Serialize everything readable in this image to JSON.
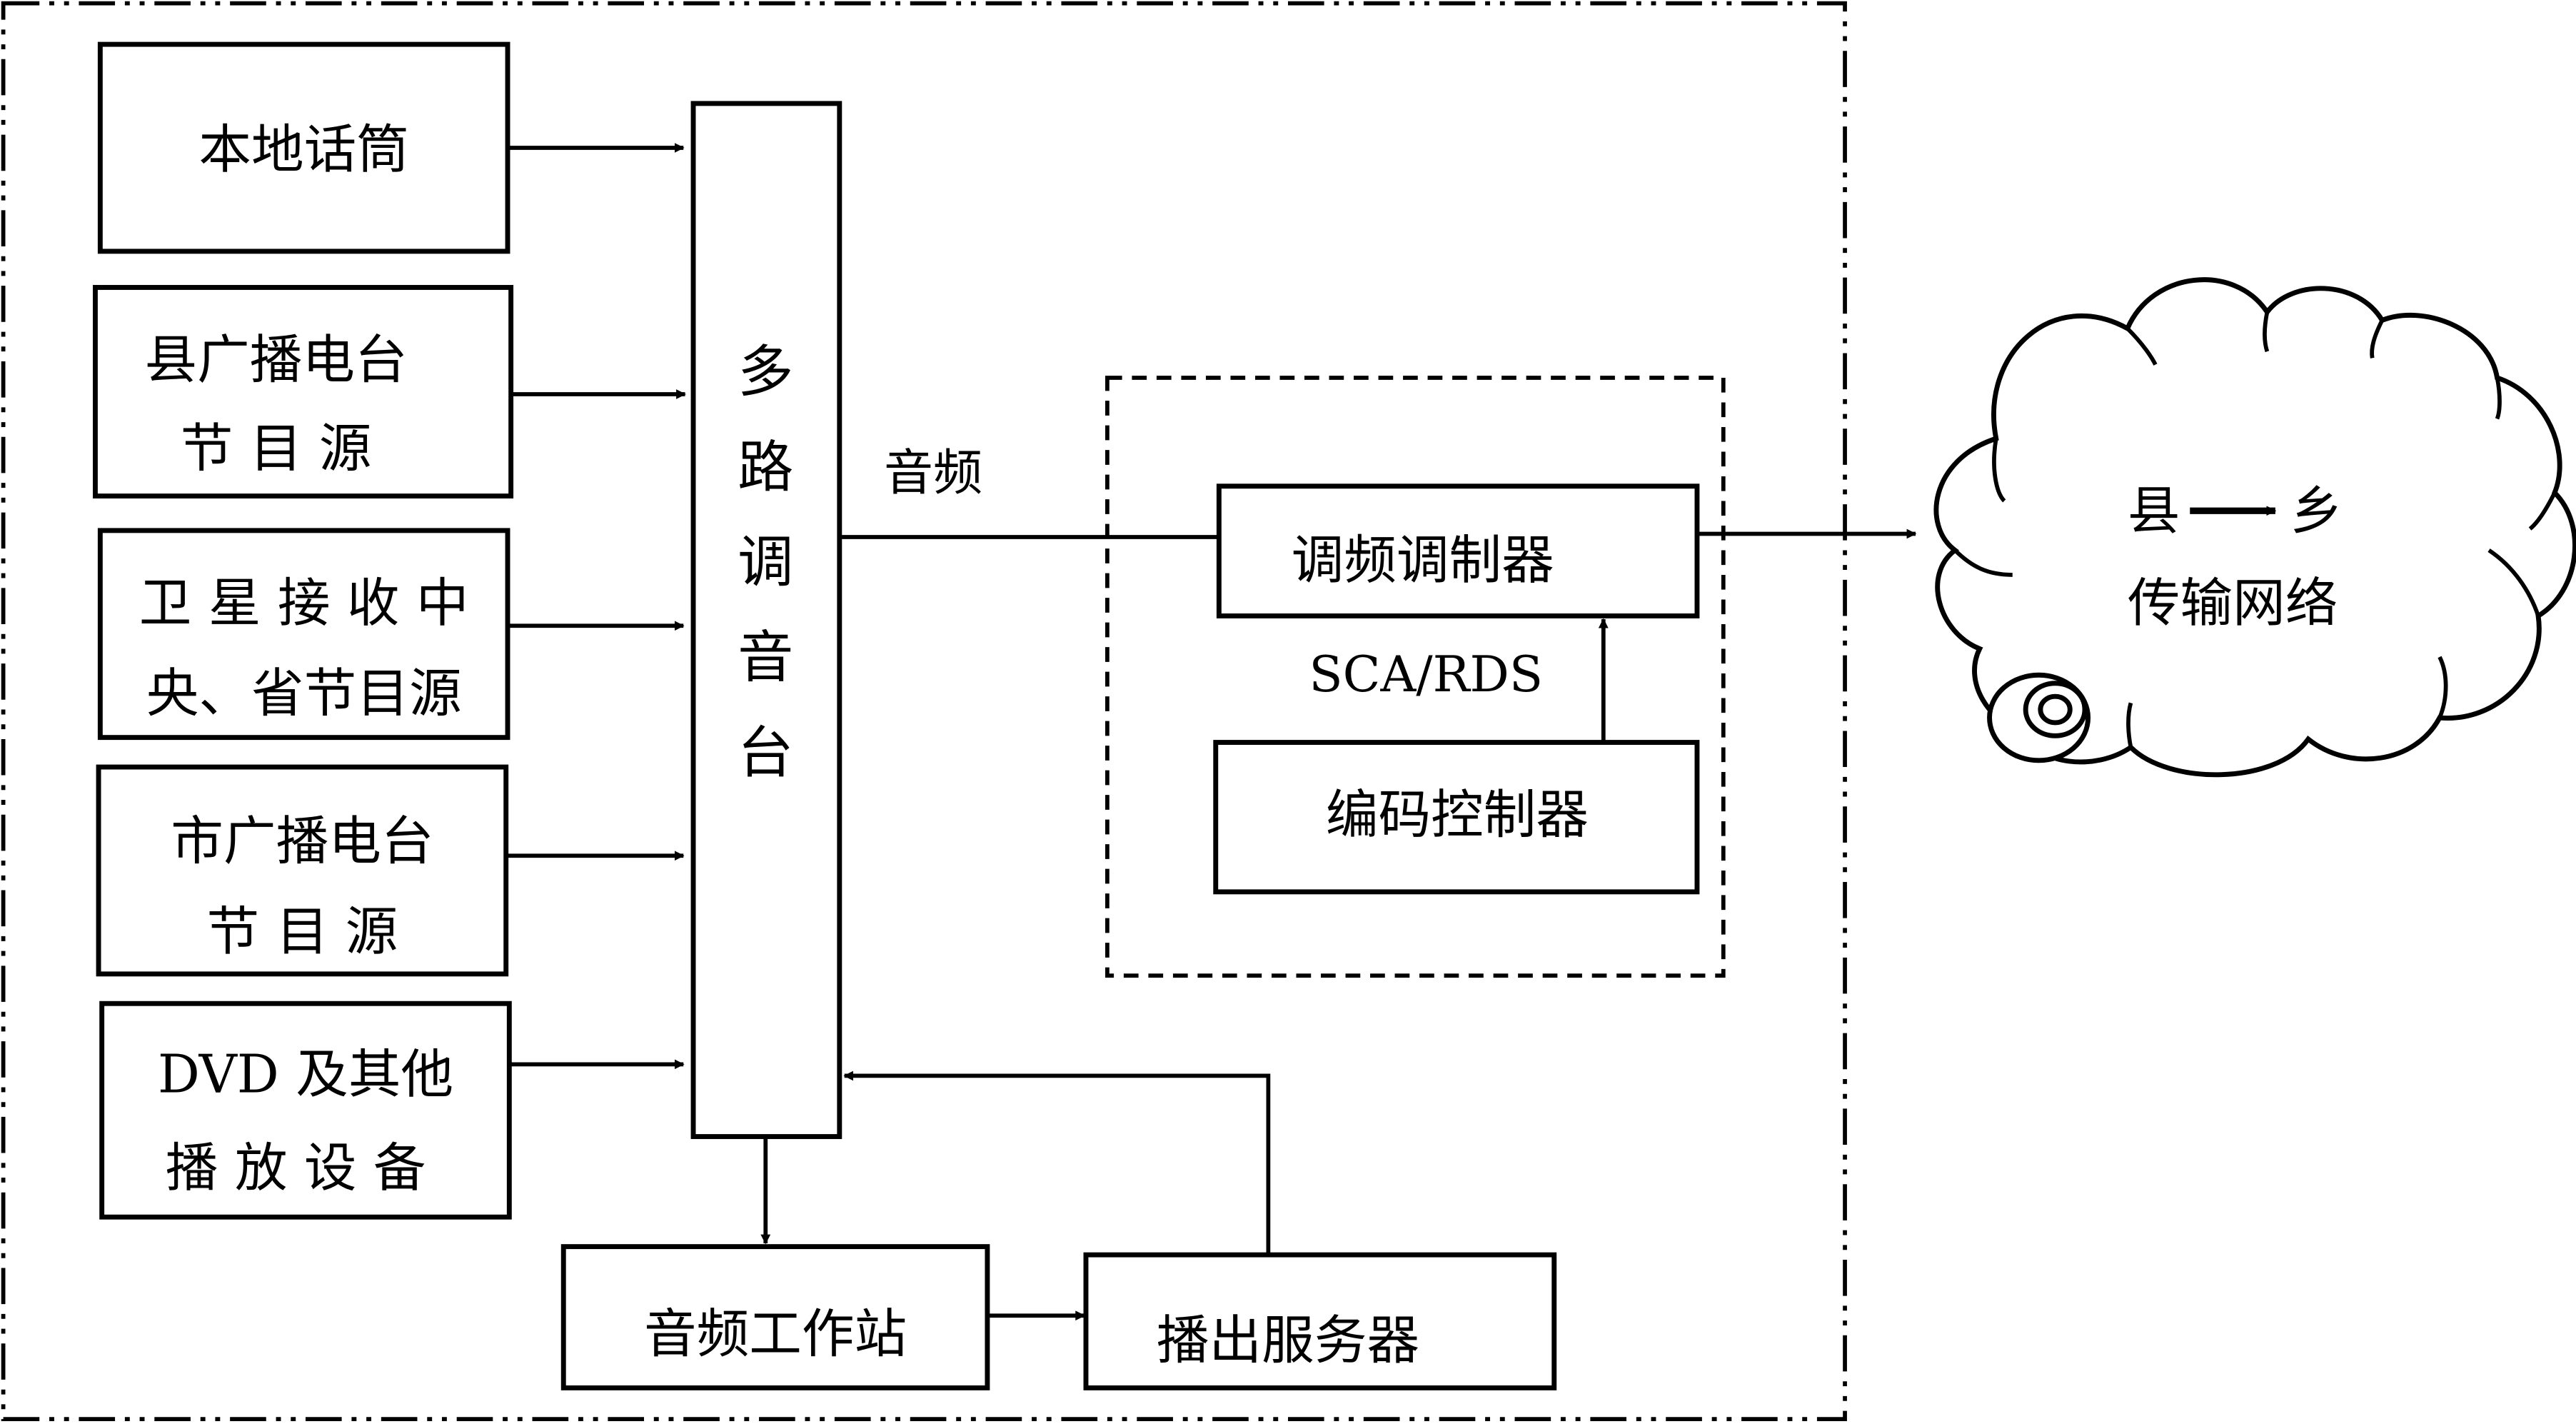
{
  "diagram": {
    "sources": [
      {
        "id": "local-mic",
        "lines": [
          "本地话筒"
        ]
      },
      {
        "id": "county-station",
        "lines": [
          "县广播电台",
          "节 目 源"
        ]
      },
      {
        "id": "satellite",
        "lines": [
          "卫 星 接 收 中",
          "央、省节目源"
        ]
      },
      {
        "id": "city-station",
        "lines": [
          "市广播电台",
          "节 目 源"
        ]
      },
      {
        "id": "dvd",
        "lines": [
          "DVD  及其他",
          "播 放 设 备"
        ]
      }
    ],
    "mixer": {
      "chars": [
        "多",
        "路",
        "调",
        "音",
        "台"
      ]
    },
    "audio_label": "音频",
    "fm_modulator": "调频调制器",
    "sca_rds": "SCA/RDS",
    "encoder": "编码控制器",
    "workstation": "音频工作站",
    "playout_server": "播出服务器",
    "network": {
      "from": "县",
      "to": "乡",
      "label": "传输网络"
    }
  }
}
